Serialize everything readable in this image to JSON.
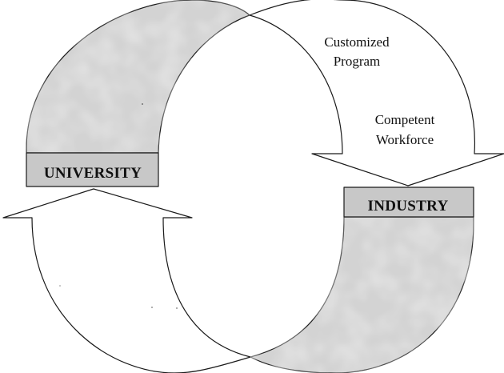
{
  "diagram": {
    "nodes": [
      {
        "id": "university",
        "label": "UNIVERSITY"
      },
      {
        "id": "industry",
        "label": "INDUSTRY"
      }
    ],
    "annotations": [
      {
        "id": "customized-program",
        "lines": [
          "Customized",
          "Program"
        ]
      },
      {
        "id": "competent-workforce",
        "lines": [
          "Competent",
          "Workforce"
        ]
      }
    ],
    "edges": [
      {
        "from": "university",
        "to": "industry",
        "direction": "clockwise"
      },
      {
        "from": "industry",
        "to": "university",
        "direction": "clockwise"
      }
    ],
    "colors": {
      "band_fill": "#d3d3d3",
      "box_fill": "#c8c8c8",
      "outline": "#1a1a1a",
      "arrow_fill": "#ffffff"
    }
  }
}
